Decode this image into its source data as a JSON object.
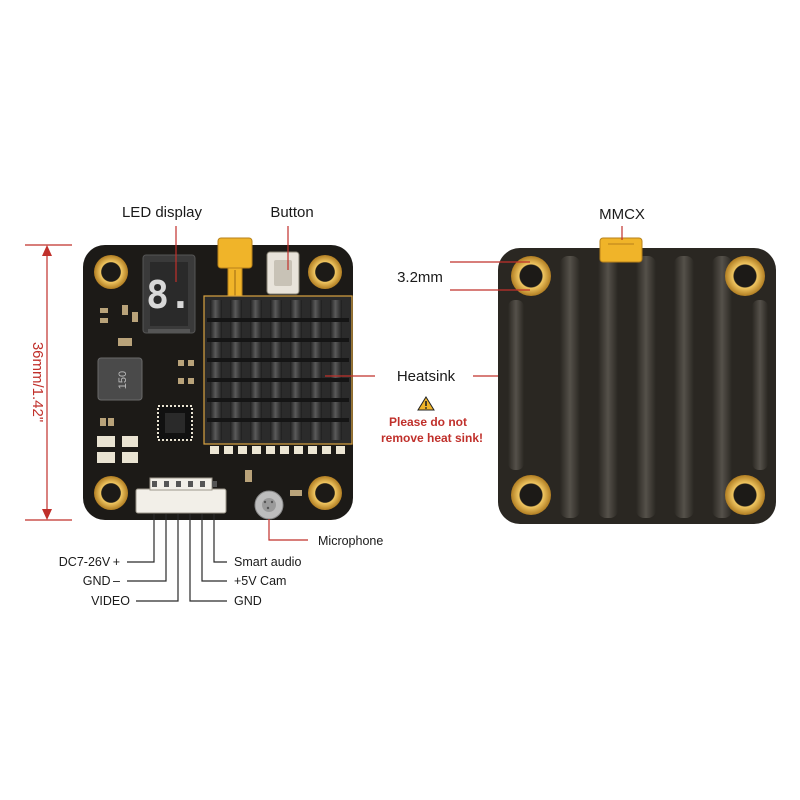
{
  "front": {
    "labels": {
      "led_display": "LED display",
      "button": "Button",
      "heatsink": "Heatsink",
      "microphone": "Microphone",
      "inductor_marking": "150",
      "segment_digit": "8."
    },
    "warning": {
      "line1": "Please do not",
      "line2": "remove heat sink!"
    },
    "dimension": "36mm/1.42\"",
    "pins_left": [
      "DC7-26V +",
      "GND –",
      "VIDEO"
    ],
    "pins_right": [
      "Smart audio",
      "+5V  Cam",
      "GND"
    ]
  },
  "back": {
    "labels": {
      "mmcx": "MMCX",
      "hole_size": "3.2mm"
    }
  },
  "colors": {
    "pcb": "#1c1a17",
    "gold": "#d9a441",
    "connector": "#f0b429",
    "dimension": "#c0302b",
    "heatsink": "#2b2b2b"
  }
}
